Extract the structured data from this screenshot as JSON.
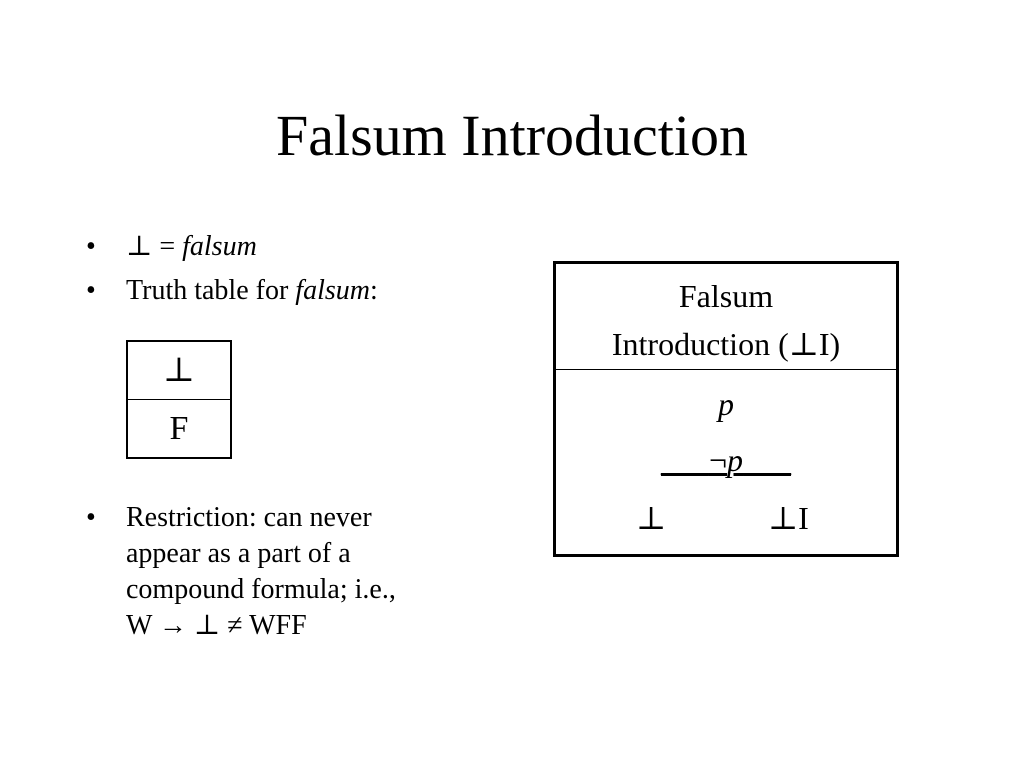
{
  "slide": {
    "title": "Falsum Introduction"
  },
  "bullets": [
    {
      "marker": "•",
      "prefix": "⊥ = ",
      "emphasis": "falsum",
      "suffix": ""
    },
    {
      "marker": "•",
      "prefix": "Truth table for ",
      "emphasis": "falsum",
      "suffix": ":"
    },
    {
      "marker": "•",
      "lines": [
        "Restriction: can never",
        "appear as a part of a",
        "compound formula; i.e.,",
        "W → ⊥ ≠ WFF"
      ]
    }
  ],
  "truth_table": {
    "header": "⊥",
    "value": "F"
  },
  "rule_box": {
    "title_line1": "Falsum",
    "title_line2": "Introduction (⊥I)",
    "premise1": "p",
    "premise2_lead": "___",
    "premise2_neg": "¬",
    "premise2_var": "p",
    "premise2_tail": "___",
    "conclusion": "⊥",
    "rule_name": "⊥I"
  }
}
